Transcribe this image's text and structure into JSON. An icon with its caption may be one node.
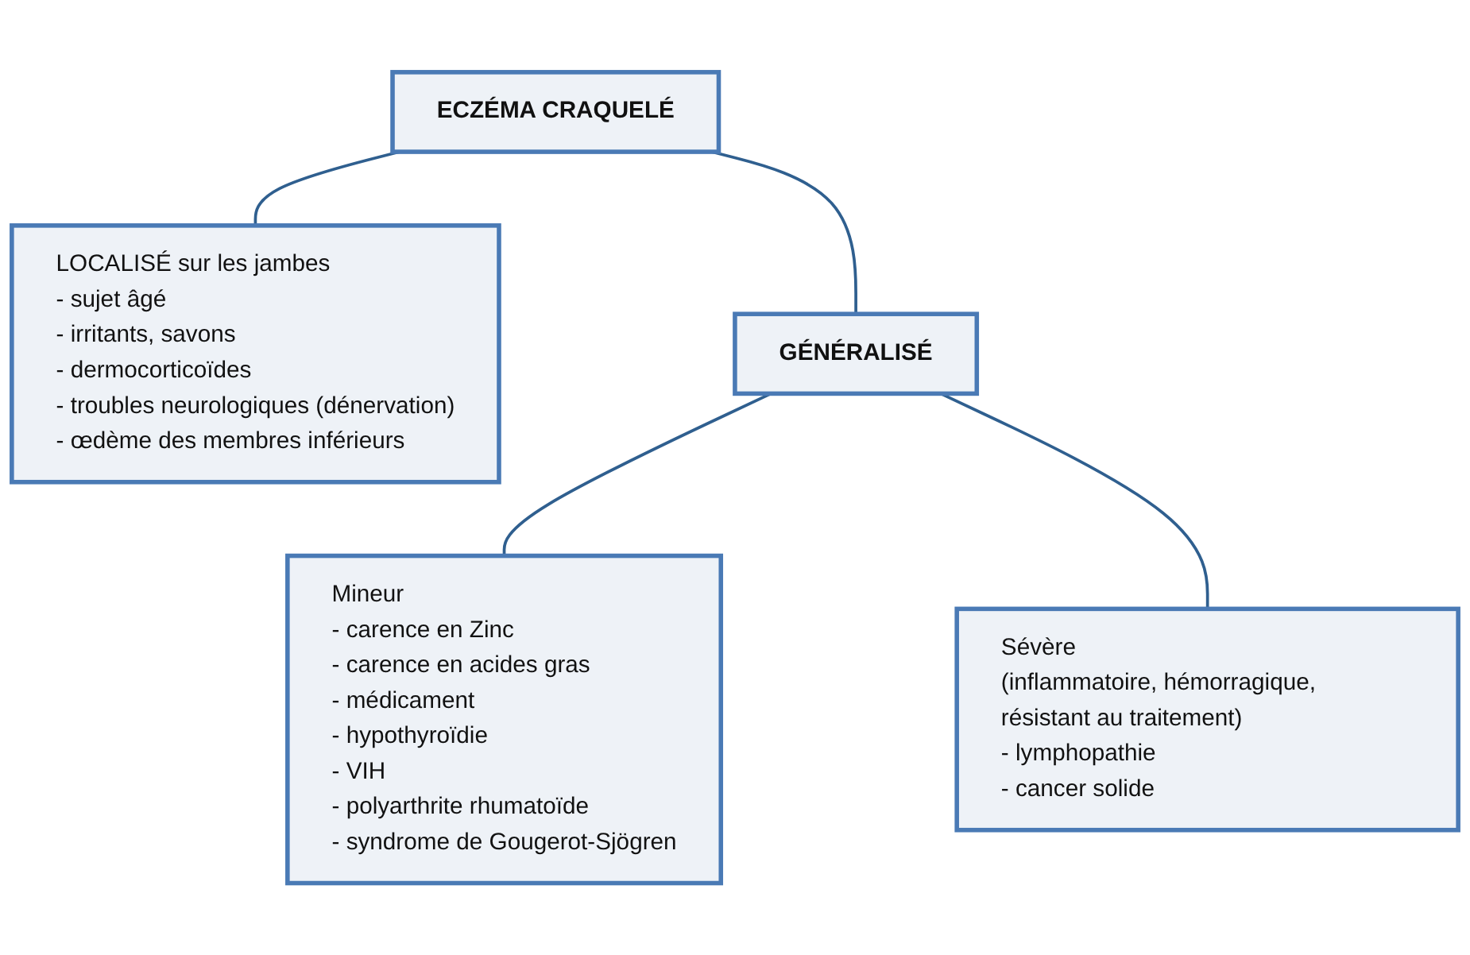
{
  "diagram": {
    "nodes": [
      {
        "text": [
          "ECZÉMA CRAQUELÉ"
        ]
      },
      {
        "text": [
          "LOCALISÉ sur les jambes",
          "- sujet âgé",
          "- irritants, savons",
          "- dermocorticoïdes",
          "- troubles neurologiques (dénervation)",
          "- œdème des membres inférieurs"
        ]
      },
      {
        "text": [
          "GÉNÉRALISÉ"
        ]
      },
      {
        "text": [
          "Mineur",
          "- carence en Zinc",
          "- carence en acides gras",
          "- médicament",
          "- hypothyroïdie",
          "- VIH",
          "- polyarthrite rhumatoïde",
          "- syndrome de Gougerot-Sjögren"
        ]
      },
      {
        "text": [
          "Sévère",
          "(inflammatoire, hémorragique, résistant au traitement)",
          "- lymphopathie",
          "- cancer solide"
        ]
      }
    ],
    "edges": [
      {
        "from": 0,
        "to": 1,
        "arrow": "none"
      },
      {
        "from": 0,
        "to": 2,
        "arrow": "none"
      },
      {
        "from": 2,
        "to": 3,
        "arrow": "none"
      },
      {
        "from": 2,
        "to": 4,
        "arrow": "none"
      }
    ]
  }
}
